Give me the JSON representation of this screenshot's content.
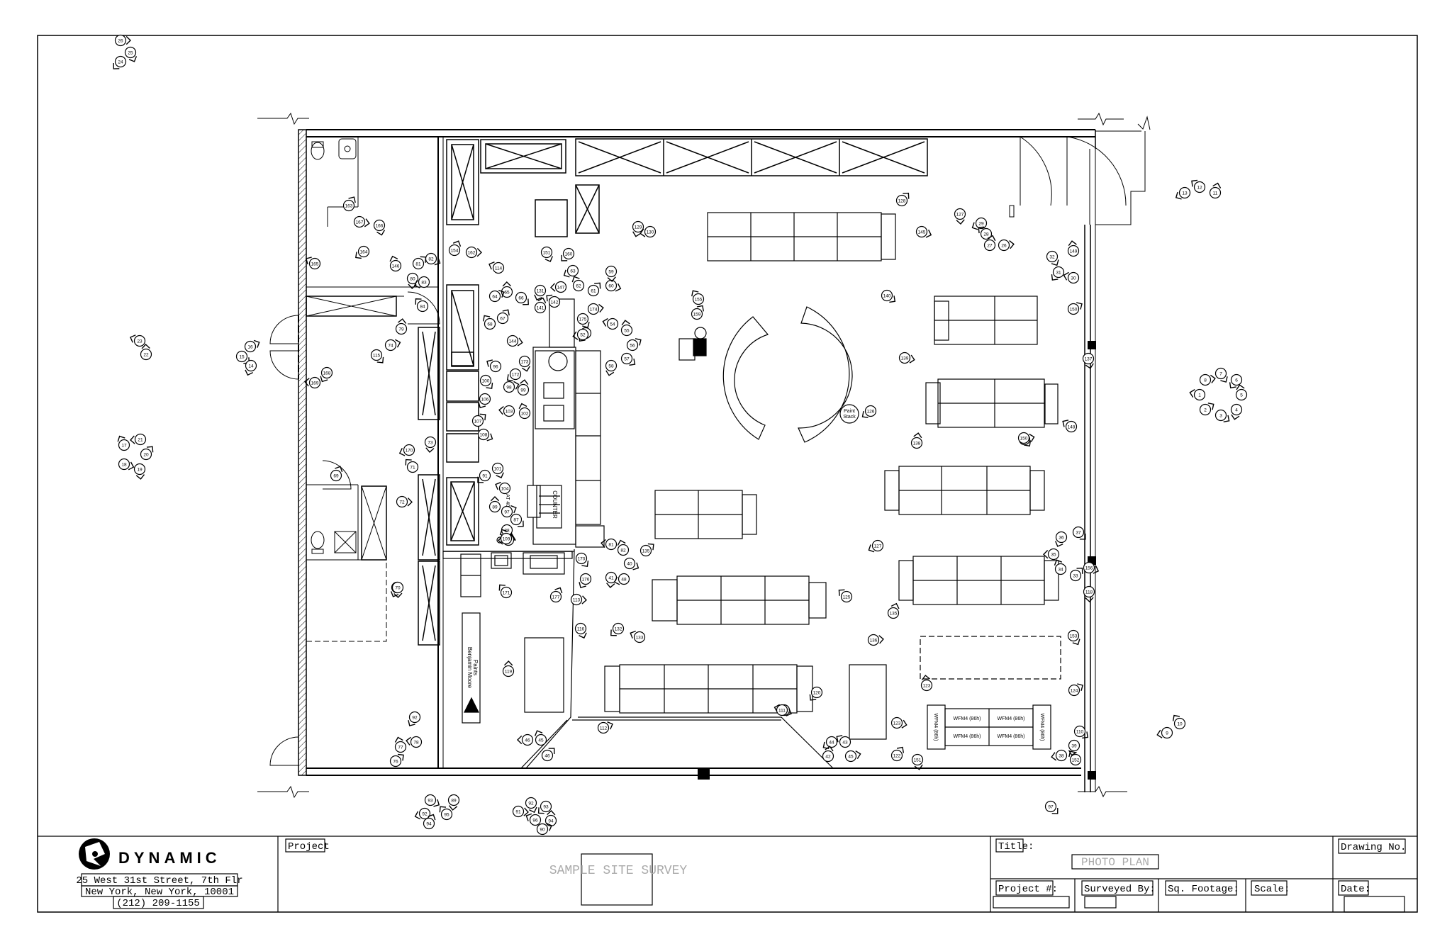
{
  "company": {
    "name": "DYNAMIC",
    "address_line1": "25 West 31st Street, 7th Flr",
    "address_line2": "New York, New York, 10001",
    "phone": "(212) 209-1155"
  },
  "title_block": {
    "project_label": "Project",
    "project_value": "SAMPLE SITE SURVEY",
    "title_label": "Title:",
    "title_value": "PHOTO PLAN",
    "project_num_label": "Project #:",
    "surveyed_by_label": "Surveyed By:",
    "sq_footage_label": "Sq. Footage:",
    "scale_label": "Scale:",
    "drawing_no_label": "Drawing No.",
    "date_label": "Date:"
  },
  "fixture_labels": {
    "paint_stack_1": "Paint",
    "paint_stack_2": "Stack",
    "benjamin_1": "Benjamin Moore",
    "benjamin_2": "Paints",
    "counter_1": "COUNTER",
    "counter_2": "AT 40000",
    "wfm_top_left": "WFM4 (86h)",
    "wfm_top_right": "WFM4 (86h)",
    "wfm_bottom_left": "WFM4 (86h)",
    "wfm_bottom_right": "WFM4 (86h)",
    "wfm_side_left": "WFM4 (86h)",
    "wfm_side_right": "WFM4 (86h)"
  },
  "photo_markers": [
    [
      "26",
      170,
      57
    ],
    [
      "25",
      184,
      74
    ],
    [
      "24",
      170,
      87
    ],
    [
      "23",
      197,
      481
    ],
    [
      "22",
      206,
      500
    ],
    [
      "16",
      353,
      489
    ],
    [
      "15",
      341,
      503
    ],
    [
      "14",
      354,
      516
    ],
    [
      "21",
      198,
      620
    ],
    [
      "17",
      175,
      628
    ],
    [
      "20",
      206,
      641
    ],
    [
      "18",
      175,
      655
    ],
    [
      "19",
      197,
      662
    ],
    [
      "13",
      1671,
      272
    ],
    [
      "12",
      1692,
      264
    ],
    [
      "11",
      1714,
      272
    ],
    [
      "8",
      1700,
      536
    ],
    [
      "7",
      1722,
      527
    ],
    [
      "6",
      1744,
      536
    ],
    [
      "1",
      1692,
      557
    ],
    [
      "5",
      1751,
      557
    ],
    [
      "2",
      1700,
      578
    ],
    [
      "3",
      1722,
      586
    ],
    [
      "4",
      1744,
      578
    ],
    [
      "9",
      1646,
      1034
    ],
    [
      "10",
      1664,
      1021
    ],
    [
      "163",
      492,
      290
    ],
    [
      "167",
      507,
      313
    ],
    [
      "166",
      535,
      318
    ],
    [
      "164",
      513,
      355
    ],
    [
      "165",
      444,
      372
    ],
    [
      "79",
      566,
      464
    ],
    [
      "74",
      551,
      487
    ],
    [
      "115",
      531,
      501
    ],
    [
      "168",
      461,
      526
    ],
    [
      "169",
      444,
      540
    ],
    [
      "146",
      558,
      375
    ],
    [
      "81",
      590,
      372
    ],
    [
      "82",
      608,
      365
    ],
    [
      "80",
      582,
      393
    ],
    [
      "83",
      598,
      398
    ],
    [
      "84",
      596,
      432
    ],
    [
      "154",
      641,
      353
    ],
    [
      "162",
      665,
      356
    ],
    [
      "151",
      771,
      356
    ],
    [
      "160",
      802,
      358
    ],
    [
      "114",
      703,
      378
    ],
    [
      "65",
      715,
      412
    ],
    [
      "64",
      698,
      418
    ],
    [
      "66",
      735,
      420
    ],
    [
      "131",
      762,
      410
    ],
    [
      "147",
      791,
      405
    ],
    [
      "62",
      816,
      403
    ],
    [
      "61",
      837,
      410
    ],
    [
      "60",
      862,
      403
    ],
    [
      "59",
      862,
      383
    ],
    [
      "63",
      808,
      382
    ],
    [
      "142",
      782,
      426
    ],
    [
      "141",
      762,
      434
    ],
    [
      "174",
      837,
      436
    ],
    [
      "175",
      822,
      450
    ],
    [
      "53",
      826,
      470
    ],
    [
      "54",
      864,
      457
    ],
    [
      "55",
      884,
      466
    ],
    [
      "56",
      892,
      487
    ],
    [
      "57",
      884,
      506
    ],
    [
      "58",
      862,
      516
    ],
    [
      "52",
      822,
      472
    ],
    [
      "68",
      691,
      457
    ],
    [
      "67",
      709,
      449
    ],
    [
      "144",
      723,
      481
    ],
    [
      "173",
      740,
      510
    ],
    [
      "172",
      727,
      528
    ],
    [
      "96",
      699,
      517
    ],
    [
      "99",
      738,
      550
    ],
    [
      "98",
      718,
      546
    ],
    [
      "100",
      685,
      537
    ],
    [
      "106",
      684,
      563
    ],
    [
      "103",
      718,
      580
    ],
    [
      "102",
      740,
      583
    ],
    [
      "107",
      674,
      594
    ],
    [
      "108",
      682,
      613
    ],
    [
      "73",
      607,
      624
    ],
    [
      "170",
      577,
      635
    ],
    [
      "71",
      582,
      659
    ],
    [
      "69",
      474,
      671
    ],
    [
      "72",
      567,
      708
    ],
    [
      "101",
      702,
      661
    ],
    [
      "91",
      684,
      671
    ],
    [
      "104",
      712,
      689
    ],
    [
      "89",
      698,
      715
    ],
    [
      "97",
      715,
      722
    ],
    [
      "87",
      728,
      733
    ],
    [
      "88",
      715,
      748
    ],
    [
      "83",
      717,
      762
    ],
    [
      "109",
      714,
      760
    ],
    [
      "128",
      1272,
      283
    ],
    [
      "145",
      1300,
      327
    ],
    [
      "127",
      1354,
      302
    ],
    [
      "29",
      1384,
      315
    ],
    [
      "28",
      1391,
      330
    ],
    [
      "27",
      1396,
      346
    ],
    [
      "26",
      1416,
      346
    ],
    [
      "32",
      1484,
      362
    ],
    [
      "31",
      1493,
      384
    ],
    [
      "30",
      1514,
      392
    ],
    [
      "149",
      1514,
      354
    ],
    [
      "150",
      1514,
      436
    ],
    [
      "140",
      1251,
      417
    ],
    [
      "129",
      900,
      320
    ],
    [
      "130",
      917,
      327
    ],
    [
      "155",
      985,
      422
    ],
    [
      "159",
      983,
      443
    ],
    [
      "139",
      1276,
      505
    ],
    [
      "137",
      1535,
      506
    ],
    [
      "126",
      1228,
      580
    ],
    [
      "148",
      1511,
      602
    ],
    [
      "138",
      1293,
      625
    ],
    [
      "158",
      1445,
      620
    ],
    [
      "170",
      820,
      788
    ],
    [
      "176",
      826,
      817
    ],
    [
      "81",
      862,
      768
    ],
    [
      "82",
      879,
      776
    ],
    [
      "135",
      911,
      777
    ],
    [
      "40",
      888,
      795
    ],
    [
      "41",
      862,
      815
    ],
    [
      "48",
      880,
      817
    ],
    [
      "171",
      714,
      836
    ],
    [
      "177",
      784,
      842
    ],
    [
      "113",
      813,
      846
    ],
    [
      "116",
      819,
      887
    ],
    [
      "132",
      872,
      887
    ],
    [
      "133",
      902,
      899
    ],
    [
      "119",
      717,
      947
    ],
    [
      "112",
      851,
      1027
    ],
    [
      "37",
      1521,
      751
    ],
    [
      "36",
      1497,
      758
    ],
    [
      "35",
      1486,
      782
    ],
    [
      "34",
      1496,
      803
    ],
    [
      "33",
      1517,
      812
    ],
    [
      "156",
      1536,
      801
    ],
    [
      "118",
      1536,
      835
    ],
    [
      "127",
      1238,
      770
    ],
    [
      "125",
      1194,
      842
    ],
    [
      "135",
      1260,
      865
    ],
    [
      "136",
      1232,
      903
    ],
    [
      "153",
      1514,
      897
    ],
    [
      "120",
      1152,
      977
    ],
    [
      "121",
      1106,
      1002
    ],
    [
      "123",
      1307,
      967
    ],
    [
      "124",
      1515,
      974
    ],
    [
      "110",
      1523,
      1032
    ],
    [
      "39",
      1515,
      1052
    ],
    [
      "38",
      1497,
      1066
    ],
    [
      "152",
      1517,
      1072
    ],
    [
      "122",
      1265,
      1066
    ],
    [
      "123",
      1265,
      1020
    ],
    [
      "151",
      1294,
      1072
    ],
    [
      "44",
      1173,
      1047
    ],
    [
      "43",
      1192,
      1047
    ],
    [
      "42",
      1168,
      1067
    ],
    [
      "45",
      1200,
      1067
    ],
    [
      "150",
      1444,
      618
    ],
    [
      "92",
      585,
      1012
    ],
    [
      "78",
      587,
      1047
    ],
    [
      "77",
      565,
      1054
    ],
    [
      "76",
      558,
      1074
    ],
    [
      "93",
      607,
      1129
    ],
    [
      "89",
      640,
      1129
    ],
    [
      "92",
      599,
      1148
    ],
    [
      "95",
      630,
      1149
    ],
    [
      "94",
      605,
      1162
    ],
    [
      "91",
      731,
      1145
    ],
    [
      "92",
      749,
      1133
    ],
    [
      "93",
      770,
      1138
    ],
    [
      "96",
      755,
      1157
    ],
    [
      "94",
      777,
      1158
    ],
    [
      "90",
      765,
      1170
    ],
    [
      "97",
      1482,
      1138
    ],
    [
      "75",
      560,
      829
    ],
    [
      "46",
      744,
      1044
    ],
    [
      "45",
      763,
      1044
    ],
    [
      "46",
      772,
      1066
    ],
    [
      "111",
      1103,
      1002
    ],
    [
      "70",
      561,
      829
    ]
  ]
}
